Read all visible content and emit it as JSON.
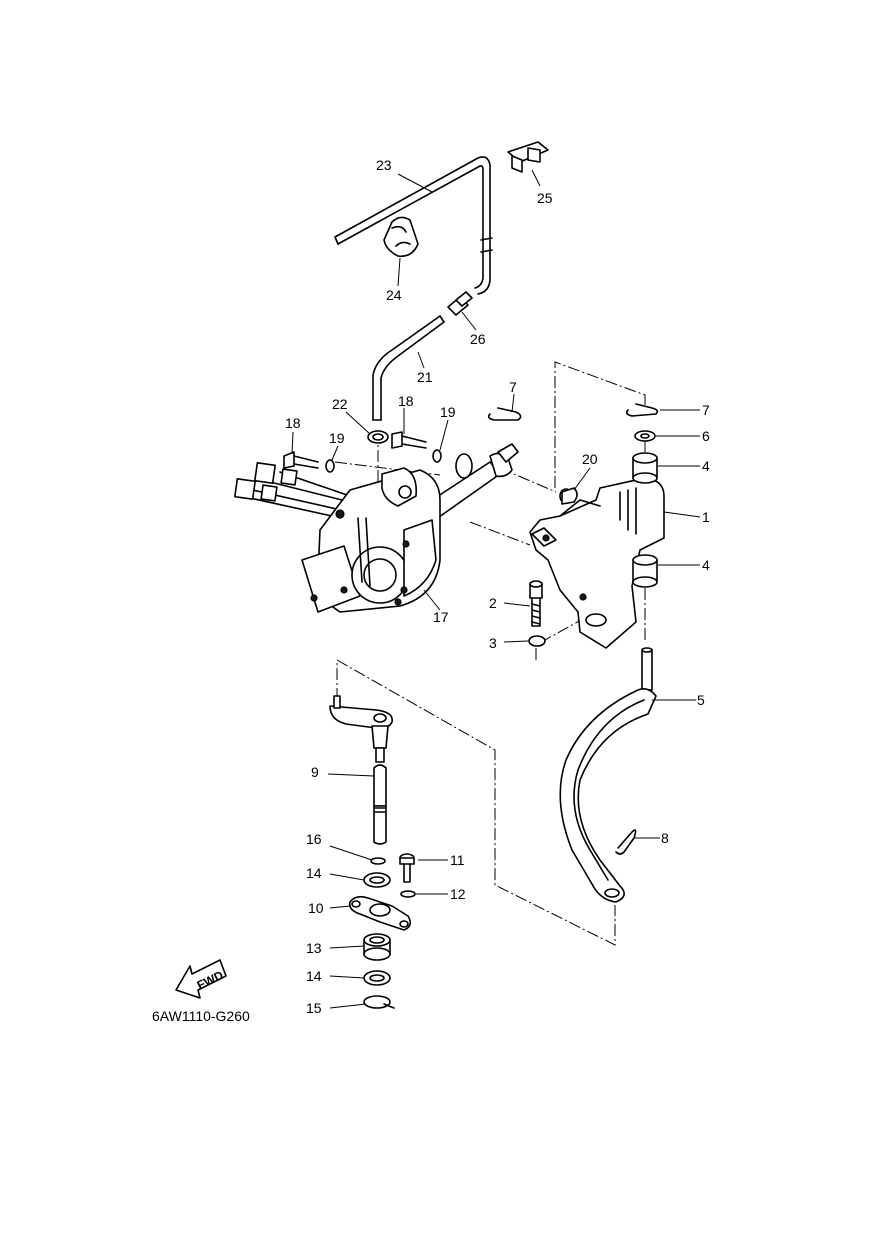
{
  "diagram": {
    "drawing_code": "6AW1110-G260",
    "fwd_label": "FWD",
    "callouts": [
      {
        "key": "c1",
        "text": "1"
      },
      {
        "key": "c2",
        "text": "2"
      },
      {
        "key": "c3",
        "text": "3"
      },
      {
        "key": "c4a",
        "text": "4"
      },
      {
        "key": "c4b",
        "text": "4"
      },
      {
        "key": "c5",
        "text": "5"
      },
      {
        "key": "c6",
        "text": "6"
      },
      {
        "key": "c7a",
        "text": "7"
      },
      {
        "key": "c7b",
        "text": "7"
      },
      {
        "key": "c8",
        "text": "8"
      },
      {
        "key": "c9",
        "text": "9"
      },
      {
        "key": "c10",
        "text": "10"
      },
      {
        "key": "c11",
        "text": "11"
      },
      {
        "key": "c12",
        "text": "12"
      },
      {
        "key": "c13",
        "text": "13"
      },
      {
        "key": "c14a",
        "text": "14"
      },
      {
        "key": "c14b",
        "text": "14"
      },
      {
        "key": "c15",
        "text": "15"
      },
      {
        "key": "c16",
        "text": "16"
      },
      {
        "key": "c17",
        "text": "17"
      },
      {
        "key": "c18a",
        "text": "18"
      },
      {
        "key": "c18b",
        "text": "18"
      },
      {
        "key": "c19a",
        "text": "19"
      },
      {
        "key": "c19b",
        "text": "19"
      },
      {
        "key": "c20",
        "text": "20"
      },
      {
        "key": "c21",
        "text": "21"
      },
      {
        "key": "c22",
        "text": "22"
      },
      {
        "key": "c23",
        "text": "23"
      },
      {
        "key": "c24",
        "text": "24"
      },
      {
        "key": "c25",
        "text": "25"
      },
      {
        "key": "c26",
        "text": "26"
      }
    ]
  }
}
